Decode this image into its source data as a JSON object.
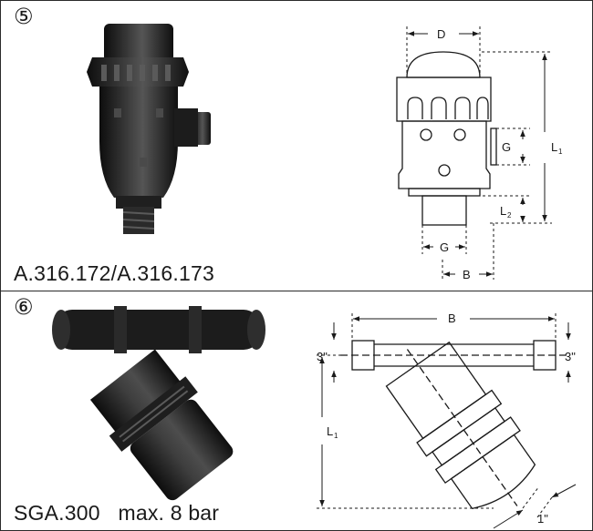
{
  "panels": [
    {
      "number": "⑤",
      "caption": "A.316.172/A.316.173",
      "dimensions": {
        "d": "D",
        "g_side": "G",
        "l1": "L",
        "l1_sub": "1",
        "l2": "L",
        "l2_sub": "2",
        "g_bottom": "G",
        "b": "B"
      }
    },
    {
      "number": "⑥",
      "caption": "SGA.300   max. 8 bar",
      "dimensions": {
        "b": "B",
        "inlet": "3\"",
        "outlet": "3\"",
        "l1": "L",
        "l1_sub": "1",
        "drain": "1\""
      }
    }
  ]
}
